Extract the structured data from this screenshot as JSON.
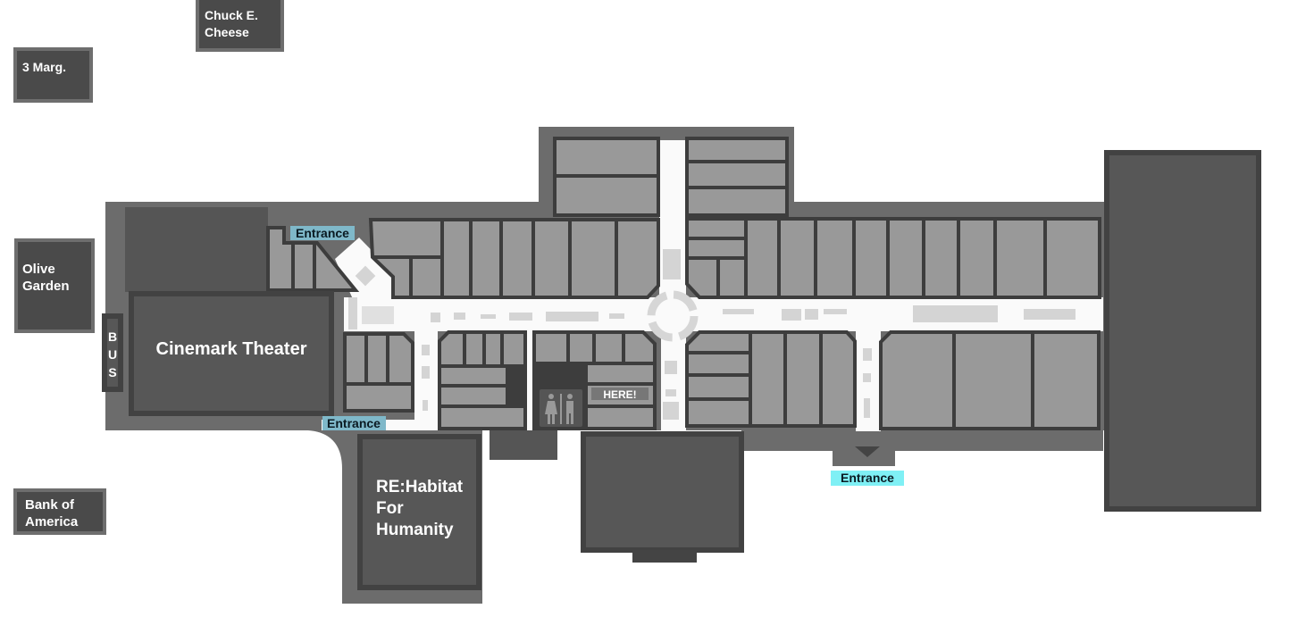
{
  "outparcels": {
    "chuck_e_cheese": [
      "Chuck E.",
      "Cheese"
    ],
    "three_marg": [
      "3 Marg."
    ],
    "olive_garden": [
      "Olive",
      "Garden"
    ],
    "bank_of_america": [
      "Bank of",
      "America"
    ],
    "bus": [
      "B",
      "U",
      "S"
    ]
  },
  "anchors": {
    "cinemark": "Cinemark Theater",
    "rehabitat": [
      "RE:Habitat",
      "For",
      "Humanity"
    ]
  },
  "entrances": {
    "northwest": "Entrance",
    "southwest": "Entrance",
    "south": "Entrance"
  },
  "you_are_here": "HERE!",
  "icons": {
    "restroom": "restroom-icon"
  },
  "colors": {
    "store": "#999999",
    "anchor": "#575757",
    "walkway": "#fafafa",
    "entrance_label": "#7fb8c9",
    "entrance_label_south": "#7ff0f5"
  }
}
